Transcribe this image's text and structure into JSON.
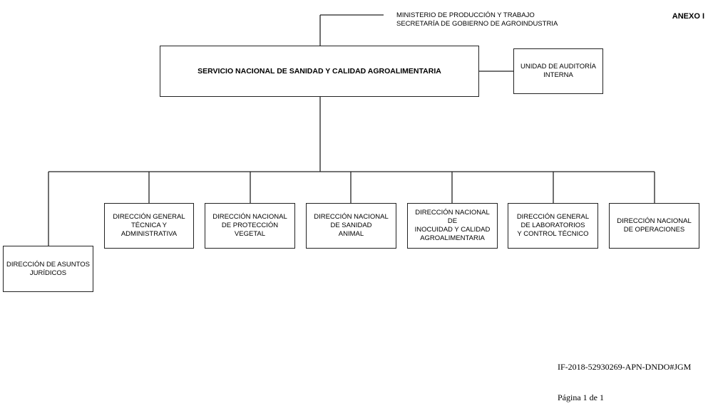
{
  "header": {
    "anexo": "ANEXO I",
    "parent_line_1": "MINISTERIO DE  PRODUCCIÓN Y TRABAJO",
    "parent_line_2": "SECRETARÍA DE GOBIERNO DE AGROINDUSTRIA"
  },
  "org": {
    "main": "SERVICIO NACIONAL DE SANIDAD Y CALIDAD AGROALIMENTARIA",
    "audit": "UNIDAD DE AUDITORÍA\nINTERNA",
    "legal": "DIRECCIÓN DE ASUNTOS\nJURÍDICOS",
    "units": [
      "DIRECCIÓN  GENERAL\nTÉCNICA Y ADMINISTRATIVA",
      "DIRECCIÓN NACIONAL\nDE PROTECCIÓN\nVEGETAL",
      "DIRECCIÓN NACIONAL\nDE SANIDAD\nANIMAL",
      "DIRECCIÓN NACIONAL DE\nINOCUIDAD Y CALIDAD\nAGROALIMENTARIA",
      "DIRECCIÓN GENERAL\nDE LABORATORIOS\nY CONTROL TÉCNICO",
      "DIRECCIÓN NACIONAL\nDE OPERACIONES"
    ]
  },
  "footer": {
    "doc_id": "IF-2018-52930269-APN-DNDO#JGM",
    "page": "Página 1 de 1"
  }
}
